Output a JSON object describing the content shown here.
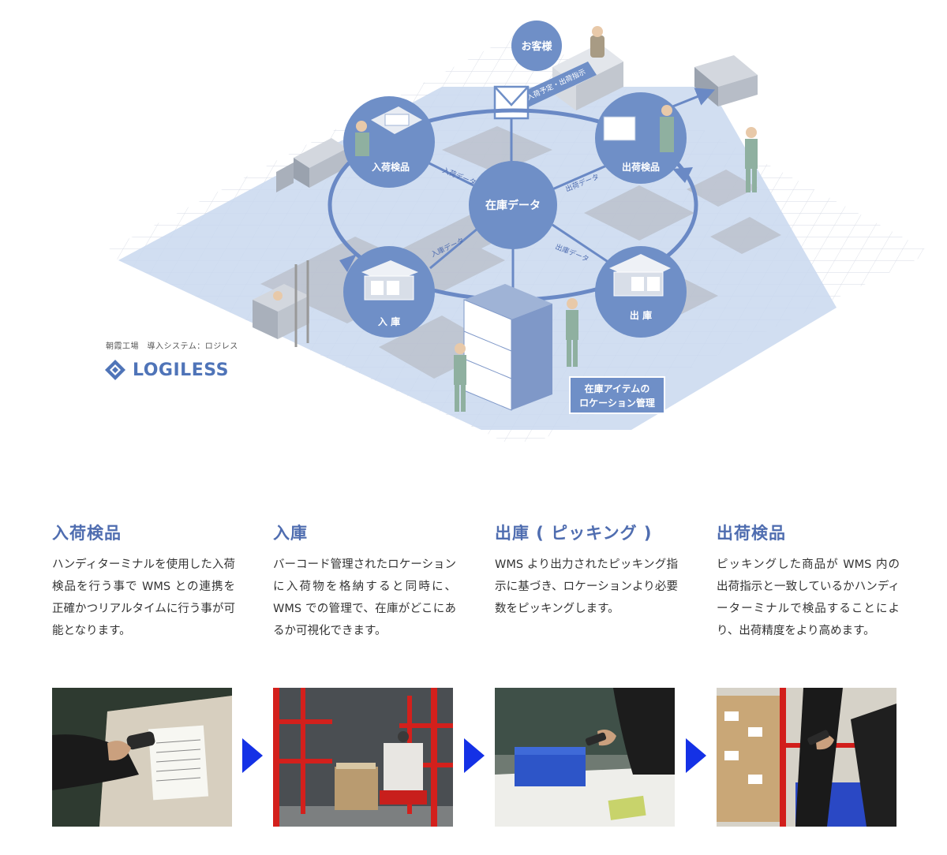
{
  "diagram": {
    "customer_label": "お客様",
    "instruction_label": "入荷予定・出荷指示",
    "center_label": "在庫データ",
    "nodes": {
      "inbound_inspection": "入荷検品",
      "receiving": "入 庫",
      "shipping": "出 庫",
      "outbound_inspection": "出荷検品"
    },
    "flows": {
      "inbound_data": "入荷データ",
      "receiving_data": "入庫データ",
      "outbound_data": "出荷データ",
      "shipping_data": "出庫データ"
    },
    "location_box_line1": "在庫アイテムの",
    "location_box_line2": "ロケーション管理",
    "caption": "朝霞工場　導入システム：ロジレス",
    "logo_text": "LOGILESS",
    "colors": {
      "node": "#6f8fc7",
      "floor": "#c9d8ef",
      "arrow": "#6a89c5",
      "logo": "#4f74b8"
    }
  },
  "steps": [
    {
      "title": "入荷検品",
      "text": "ハンディターミナルを使用した入荷検品を行う事で WMS との連携を正確かつリアルタイムに行う事が可能となります。"
    },
    {
      "title": "入庫",
      "text": "バーコード管理されたロケーションに入荷物を格納すると同時に、WMS での管理で、在庫がどこにあるか可視化できます。"
    },
    {
      "title": "出庫 ( ピッキング )",
      "text": "WMS より出力されたピッキング指示に基づき、ロケーションより必要数をピッキングします。"
    },
    {
      "title": "出荷検品",
      "text": "ピッキングした商品が WMS 内の出荷指示と一致しているかハンディーターミナルで検品することにより、出荷精度をより高めます。"
    }
  ],
  "step_arrow_color": "#1431e6"
}
